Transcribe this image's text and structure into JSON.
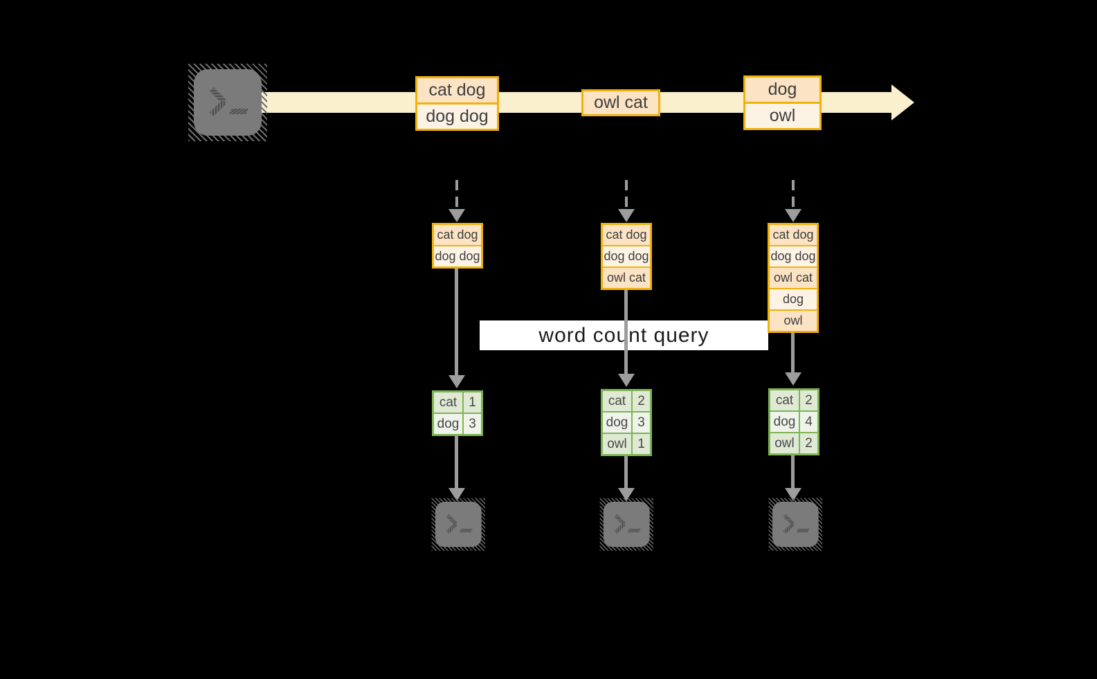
{
  "palette": {
    "background": "#000000",
    "stream_band": "#FAF0CE",
    "orange_border": "#F0B10A",
    "batch_cell_dark": "#FBE3C3",
    "batch_cell_light": "#FDF3E4",
    "green_border": "#7CB454",
    "count_cell_dark": "#DFE9D3",
    "count_cell_light": "#EFF4EB",
    "connector_gray": "#9D9D9D",
    "terminal_gray": "#7B7B7B",
    "query_box_bg": "#FFFFFF"
  },
  "stream": {
    "source_icon": "terminal-icon",
    "batches": [
      {
        "items": [
          "cat dog",
          "dog dog"
        ]
      },
      {
        "items": [
          "owl cat"
        ]
      },
      {
        "items": [
          "dog",
          "owl"
        ]
      }
    ]
  },
  "query": {
    "label": "word count query"
  },
  "pipelines": [
    {
      "window": [
        "cat dog",
        "dog dog"
      ],
      "counts": [
        {
          "word": "cat",
          "count": "1"
        },
        {
          "word": "dog",
          "count": "3"
        }
      ],
      "sink_icon": "terminal-icon"
    },
    {
      "window": [
        "cat dog",
        "dog dog",
        "owl cat"
      ],
      "counts": [
        {
          "word": "cat",
          "count": "2"
        },
        {
          "word": "dog",
          "count": "3"
        },
        {
          "word": "owl",
          "count": "1"
        }
      ],
      "sink_icon": "terminal-icon"
    },
    {
      "window": [
        "cat dog",
        "dog dog",
        "owl cat",
        "dog",
        "owl"
      ],
      "counts": [
        {
          "word": "cat",
          "count": "2"
        },
        {
          "word": "dog",
          "count": "4"
        },
        {
          "word": "owl",
          "count": "2"
        }
      ],
      "sink_icon": "terminal-icon"
    }
  ]
}
